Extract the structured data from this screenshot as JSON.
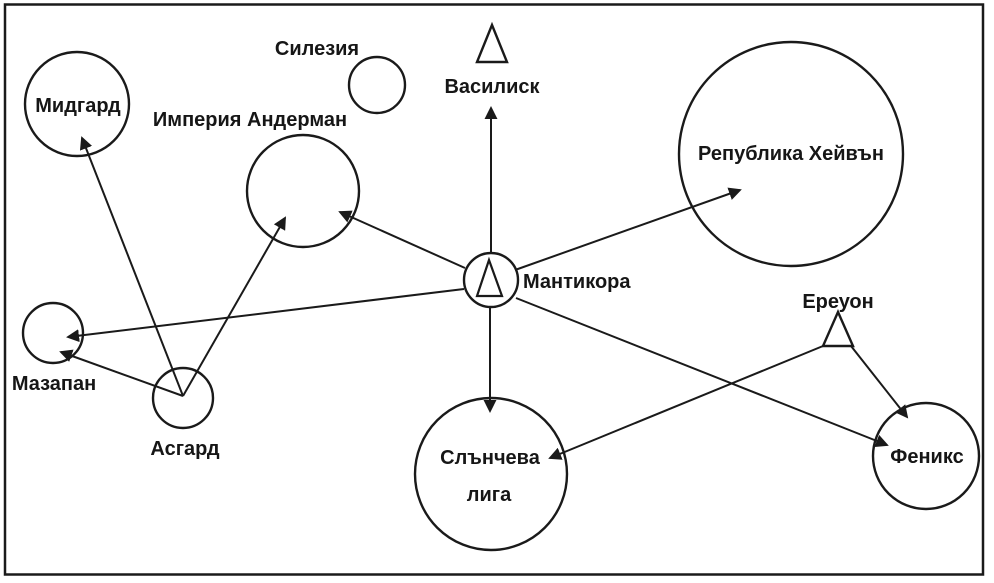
{
  "colors": {
    "ink": "#1a1a1a",
    "background": "#ffffff"
  },
  "diagram": {
    "description": "hand-drawn style relationship map of star nations, Bulgarian labels",
    "nodes": [
      {
        "id": "midgard",
        "label": "Мидгард",
        "shape": "circle",
        "label_position": "inside"
      },
      {
        "id": "silesia",
        "label": "Силезия",
        "shape": "circle",
        "label_position": "above-left"
      },
      {
        "id": "basilisk",
        "label": "Василиск",
        "shape": "triangle",
        "label_position": "below"
      },
      {
        "id": "anderman",
        "label": "Империя Андерман",
        "shape": "circle",
        "label_position": "above"
      },
      {
        "id": "haven",
        "label": "Република Хейвън",
        "shape": "circle",
        "label_position": "inside"
      },
      {
        "id": "manticore",
        "label": "Мантикора",
        "shape": "circle-with-triangle",
        "label_position": "right"
      },
      {
        "id": "mazapan",
        "label": "Мазапан",
        "shape": "circle",
        "label_position": "below"
      },
      {
        "id": "asgard",
        "label": "Асгард",
        "shape": "circle",
        "label_position": "below"
      },
      {
        "id": "solar-league",
        "label": "Слънчева лига",
        "label_lines": [
          "Слънчева",
          "лига"
        ],
        "shape": "circle",
        "label_position": "inside"
      },
      {
        "id": "erewhon",
        "label": "Ереуон",
        "shape": "triangle",
        "label_position": "above"
      },
      {
        "id": "phoenix",
        "label": "Феникс",
        "shape": "circle",
        "label_position": "inside"
      }
    ],
    "edges": [
      {
        "from": "asgard",
        "to": "midgard"
      },
      {
        "from": "asgard",
        "to": "anderman"
      },
      {
        "from": "asgard",
        "to": "mazapan"
      },
      {
        "from": "manticore",
        "to": "mazapan"
      },
      {
        "from": "manticore",
        "to": "anderman"
      },
      {
        "from": "manticore",
        "to": "basilisk"
      },
      {
        "from": "manticore",
        "to": "haven"
      },
      {
        "from": "manticore",
        "to": "solar-league"
      },
      {
        "from": "manticore",
        "to": "phoenix"
      },
      {
        "from": "erewhon",
        "to": "solar-league"
      },
      {
        "from": "erewhon",
        "to": "phoenix"
      }
    ]
  }
}
